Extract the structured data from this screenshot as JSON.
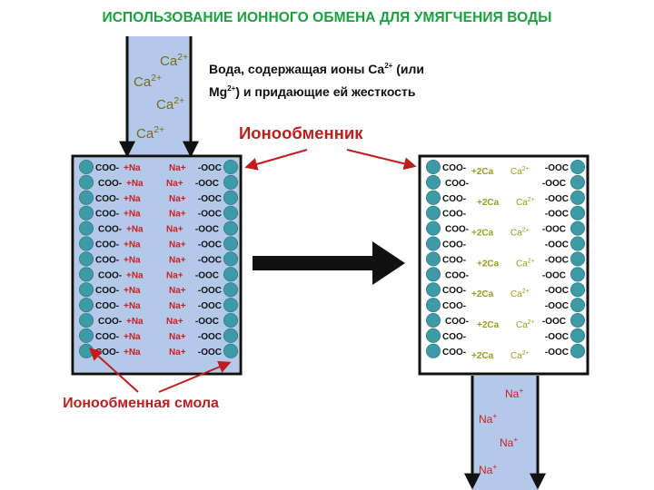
{
  "title": "ИСПОЛЬЗОВАНИЕ ИОННОГО ОБМЕНА ДЛЯ УМЯГЧЕНИЯ ВОДЫ",
  "hard_water_desc": {
    "line1_text": "Вода, содержащая ионы Ca",
    "line1_sup": "2+",
    "line1_tail": " (или",
    "line2_text": "Mg",
    "line2_sup": "2+",
    "line2_tail": ") и придающие ей жесткость"
  },
  "exchanger_label": "Ионообменник",
  "resin_label": "Ионообменная смола",
  "inflow_ions": [
    "Ca2+",
    "Ca2+",
    "Ca2+",
    "Ca2+"
  ],
  "outflow_ions": [
    "Na+",
    "Na+",
    "Na+",
    "Na+"
  ],
  "left_column": {
    "left_group": "COO-",
    "left_ion": "+Na",
    "right_ion": "Na+",
    "right_group": "-OOC",
    "rows": 13
  },
  "right_column": {
    "left_group": "COO-",
    "right_group": "-OOC",
    "ion_left": "+2Ca",
    "ion_right": "Ca2+",
    "rows": 13
  },
  "colors": {
    "title": "#14a43a",
    "red_label": "#c21d1d",
    "water": "#b4c9ea",
    "bead": "#3e9aa6",
    "na_ion": "#cc1f1f",
    "ca_ion_in": "#7a6a18",
    "ca_ion_resin": "#9a9a1a"
  }
}
